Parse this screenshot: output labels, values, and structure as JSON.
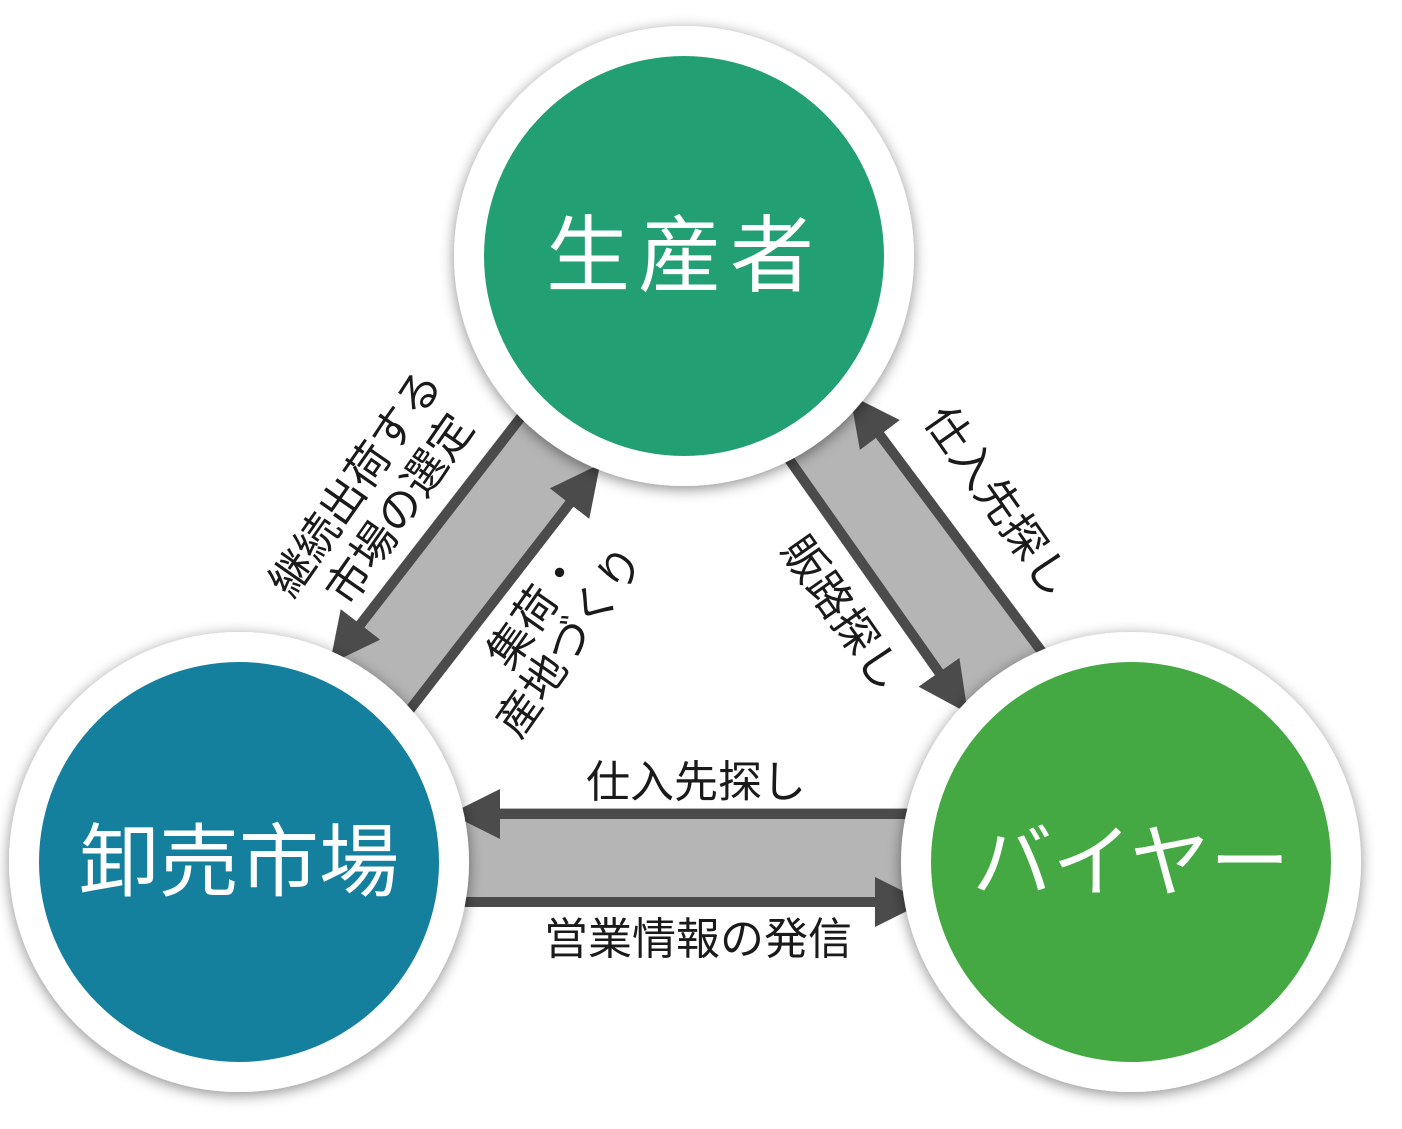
{
  "nodes": {
    "producer": {
      "label": "生産者",
      "color": "#22a073"
    },
    "market": {
      "label": "卸売市場",
      "color": "#14809e"
    },
    "buyer": {
      "label": "バイヤー",
      "color": "#44a843"
    }
  },
  "edges": {
    "left_outer": {
      "line1": "継続出荷する",
      "line2": "市場の選定"
    },
    "left_inner": {
      "line1": "集荷・",
      "line2": "産地づくり"
    },
    "right_inner": {
      "label": "販路探し"
    },
    "right_outer": {
      "label": "仕入先探し"
    },
    "bottom_top": {
      "label": "仕入先探し"
    },
    "bottom_bottom": {
      "label": "営業情報の発信"
    }
  },
  "colors": {
    "band": "#b5b5b5",
    "arrow": "#4b4b4b"
  }
}
